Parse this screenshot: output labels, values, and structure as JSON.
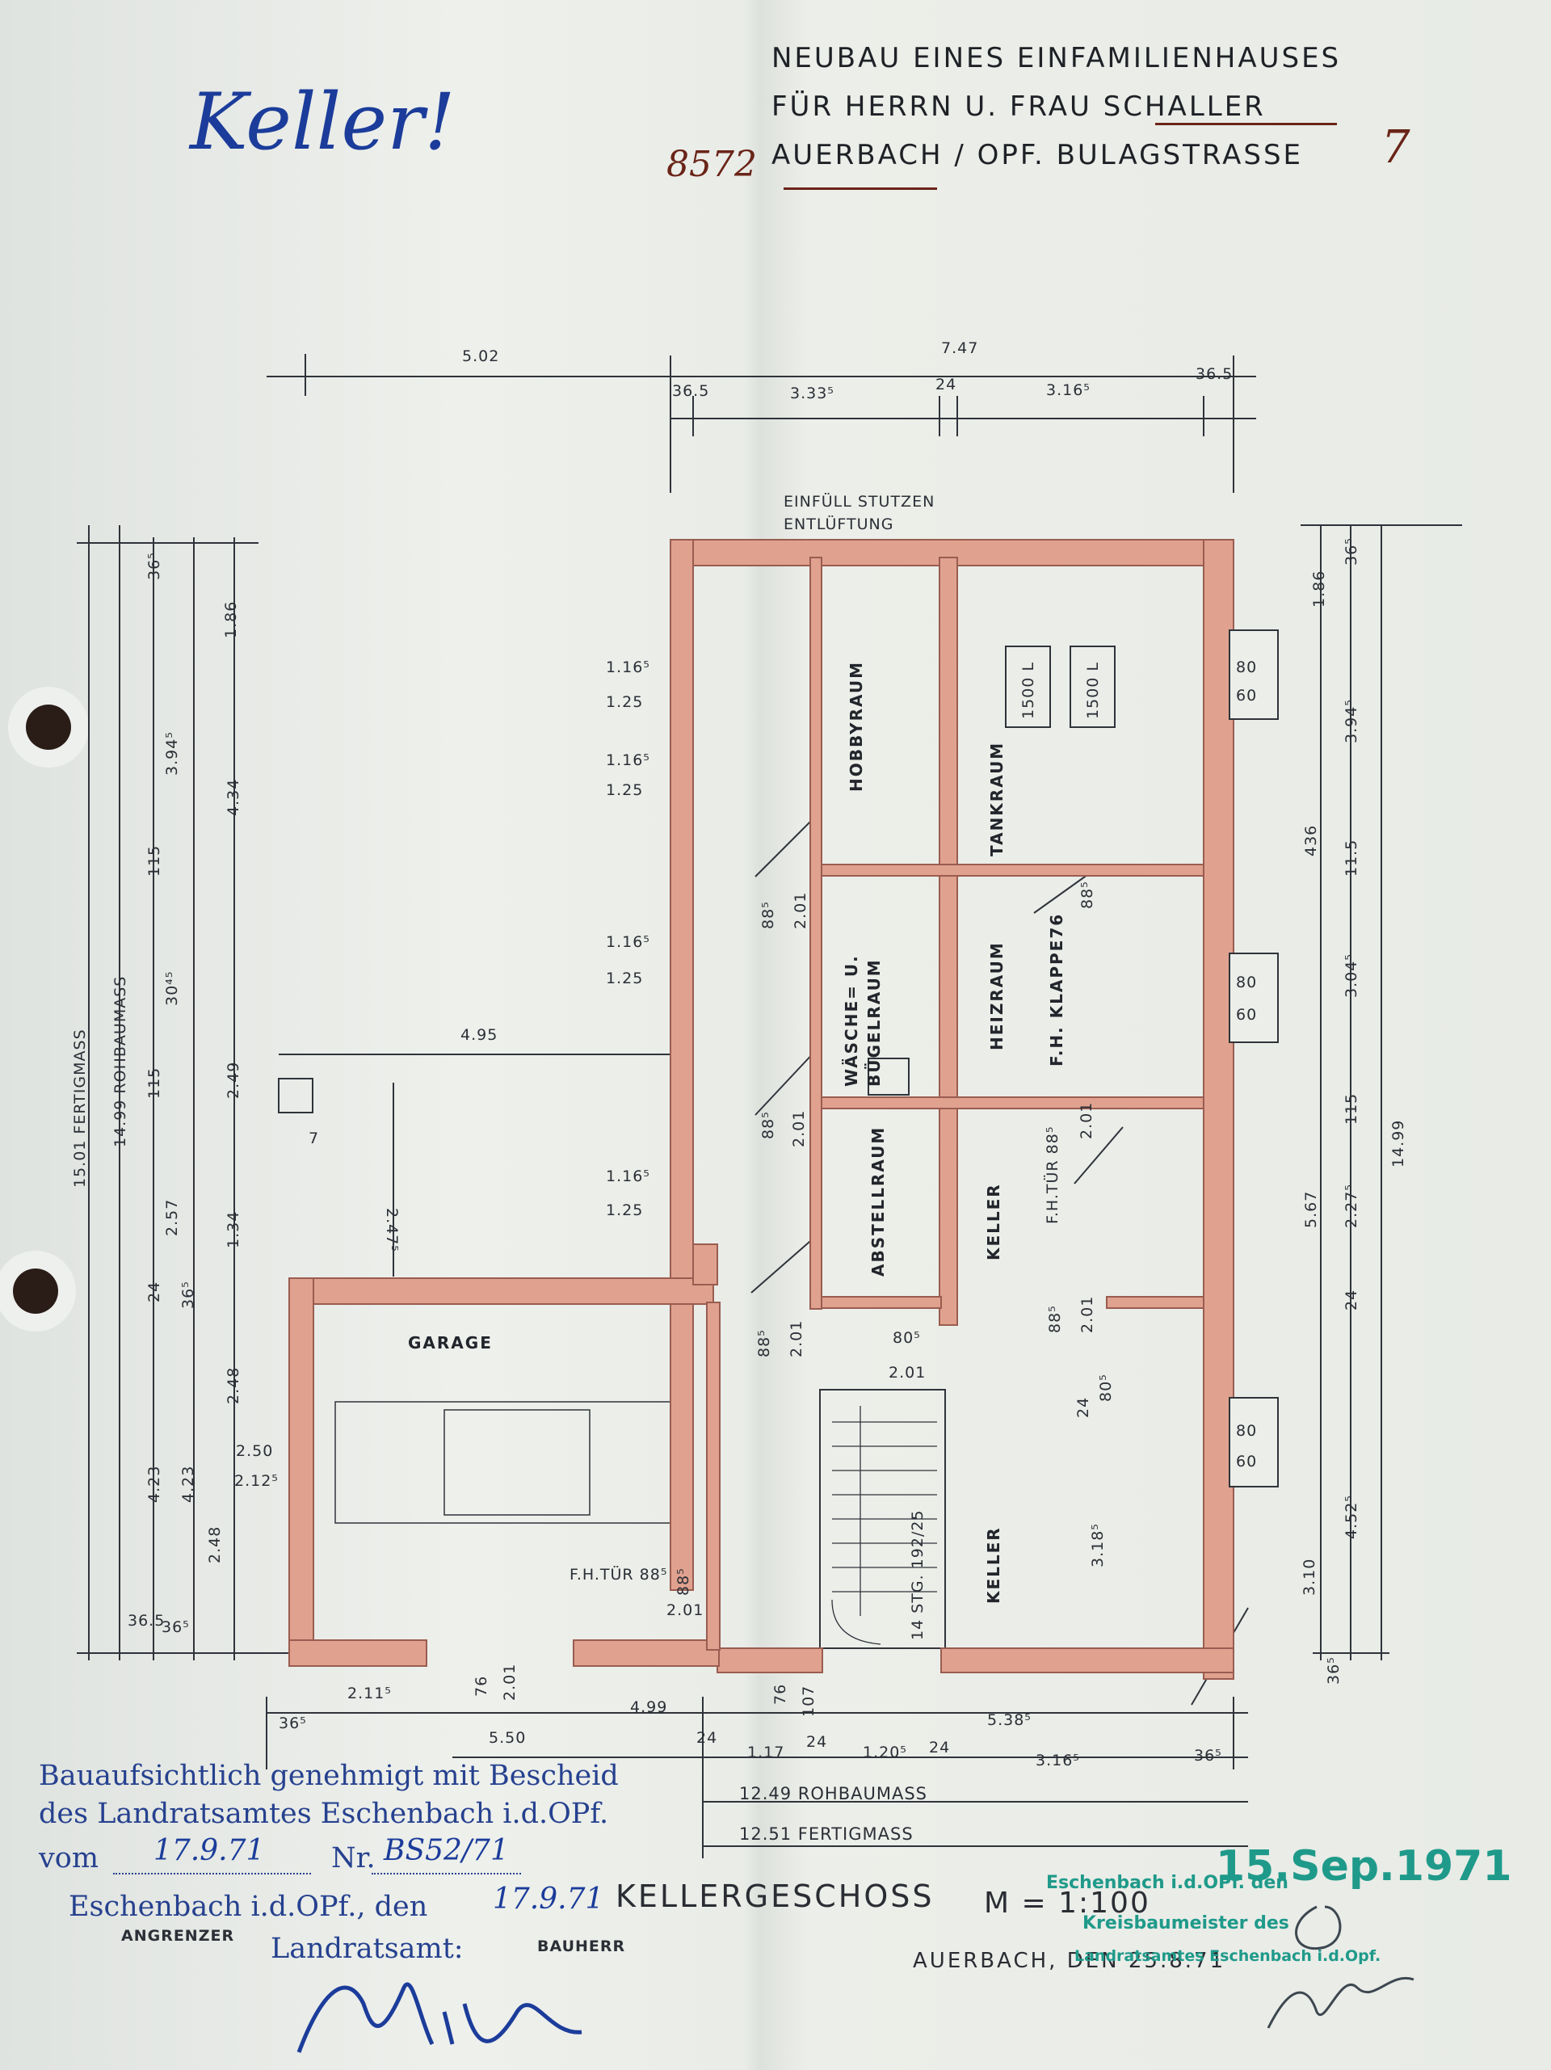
{
  "handwritten_note": "Keller!",
  "header": {
    "line1": "NEUBAU EINES EINFAMILIENHAUSES",
    "line2": "FÜR HERRN U. FRAU SCHALLER",
    "line3_zip": "8572",
    "line3": "AUERBACH / OPF.  BULAGSTRASSE",
    "line3_number": "7"
  },
  "dimensions_top": [
    "5.02",
    "7.47",
    "36.5",
    "3.33⁵",
    "24",
    "3.16⁵",
    "36.5"
  ],
  "dimensions_left": [
    "15.01 FERTIGMASS",
    "14.99 ROHBAUMASS",
    "36⁵",
    "1.86",
    "3.94⁵",
    "4.34",
    "115",
    "30⁴⁵",
    "2.49",
    "115",
    "2.57",
    "1.34",
    "24",
    "36⁵",
    "2.48",
    "4.23",
    "4.23",
    "2.48",
    "36.5",
    "36⁵"
  ],
  "dimensions_right": [
    "36⁵",
    "1.86",
    "3.94⁵",
    "436",
    "11.5",
    "3.04⁵",
    "115",
    "5.67",
    "2.27⁵",
    "24",
    "14.99",
    "4.52⁵",
    "3.10",
    "36⁵"
  ],
  "dimensions_bottom": [
    "2.11⁵",
    "76",
    "2.01",
    "4.99",
    "107",
    "76",
    "36⁵",
    "5.50",
    "24",
    "1.17",
    "24",
    "1.20⁵",
    "24",
    "5.38⁵",
    "3.16⁵",
    "36⁵",
    "12.49 ROHBAUMASS",
    "12.51 FERTIGMASS"
  ],
  "windows": [
    "1.16⁵",
    "1.25",
    "1.16⁵",
    "1.25",
    "1.16⁵",
    "1.25",
    "1.16⁵",
    "1.25"
  ],
  "notes": {
    "fill": "EINFÜLL STUTZEN",
    "vent": "ENTLÜFTUNG",
    "window_80": "80",
    "window_60": "60",
    "garage_w1": "2.50",
    "garage_w2": "2.12⁵",
    "small_dim": "7",
    "garage_dim": "4.95",
    "garage_dim2": "2.47⁵"
  },
  "rooms": {
    "hobby": "HOBBYRAUM",
    "tank": "TANKRAUM",
    "tank_a": "1500 L",
    "tank_b": "1500 L",
    "waesche": "WÄSCHE= U. BÜGELRAUM",
    "heiz": "HEIZRAUM",
    "klappe": "F.H. KLAPPE76",
    "klappe_dim": "88⁵",
    "abstell": "ABSTELLRAUM",
    "keller1": "KELLER",
    "keller2": "KELLER",
    "garage": "GARAGE",
    "stair": "14 STG. 192/25",
    "door_fh": "F.H.TÜR 88⁵",
    "door_fh2": "F.H.TÜR 88⁵",
    "door_dims": [
      "88⁵",
      "2.01",
      "88⁵",
      "2.01",
      "88⁵",
      "2.01",
      "80⁵",
      "2.01",
      "88⁵",
      "2.01",
      "2.01",
      "88⁵",
      "2.01",
      "24",
      "80⁵",
      "3.18⁵"
    ]
  },
  "approval": {
    "line1": "Bauaufsichtlich genehmigt mit Bescheid",
    "line2": "des Landratsamtes Eschenbach i.d.OPf.",
    "vom_label": "vom",
    "vom_value": "17.9.71",
    "nr_label": "Nr.",
    "nr_value": "BS52/71",
    "line4": "Eschenbach i.d.OPf., den",
    "line4_value": "17.9.71",
    "line5": "Landratsamt:"
  },
  "title_block": {
    "title": "KELLERGESCHOSS",
    "scale": "M = 1:100",
    "angrenzer": "ANGRENZER",
    "bauherr": "BAUHERR",
    "place_date": "AUERBACH, DEN 25.8.71"
  },
  "stamp": {
    "date": "15.Sep.1971",
    "line1": "Eschenbach i.d.OPf. den",
    "line2": "Kreisbaumeister des",
    "line3": "Landratsamtes Eschenbach i.d.Opf."
  },
  "colors": {
    "wall": "#e0a28f",
    "wall_line": "#9a5c50",
    "ink": "#2a2d33",
    "stamp": "#1f9a8a",
    "blue_ink": "#1b3c9a"
  }
}
